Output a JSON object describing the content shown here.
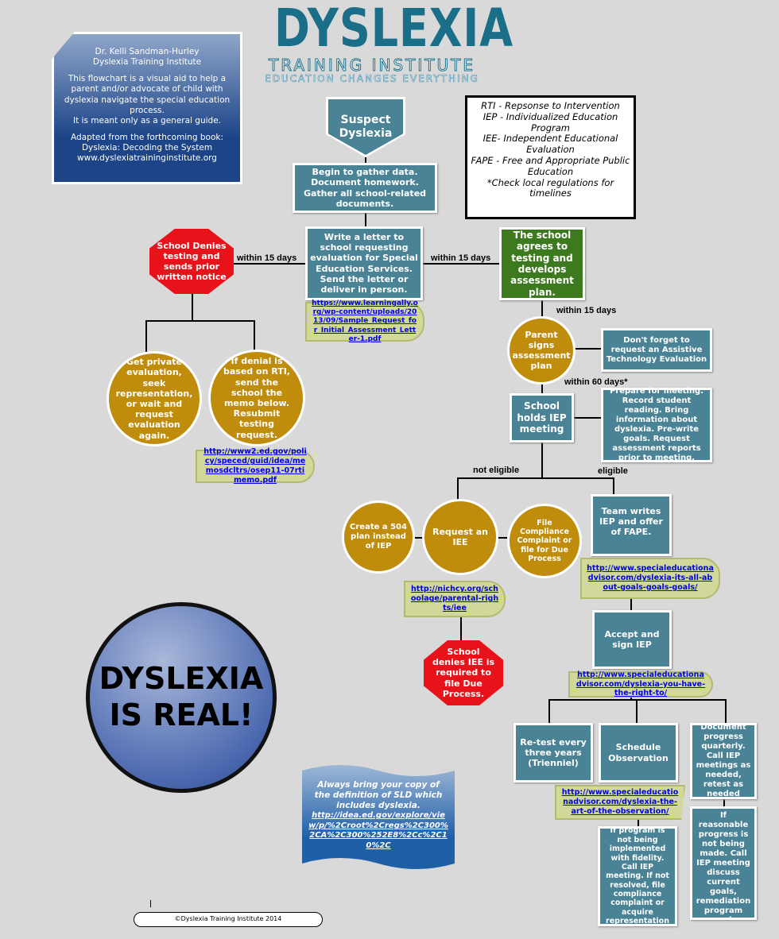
{
  "logo": {
    "title": "DYSLEXIA",
    "subtitle": "TRAINING INSTITUTE",
    "tagline": "EDUCATION CHANGES EVERYTHING"
  },
  "intro": {
    "author": "Dr. Kelli Sandman-Hurley",
    "org": "Dyslexia Training Institute",
    "description": "This flowchart is a visual aid to help a parent and/or advocate of child with dyslexia navigate the special education process.",
    "guide": "It is meant only as a general guide.",
    "adapted": "Adapted from the forthcoming book:",
    "book": "Dyslexia: Decoding the System",
    "website": "www.dyslexiatraininginstitute.org"
  },
  "legend": [
    "RTI - Repsonse to Intervention",
    "IEP - Individualized Education Program",
    "IEE- Independent Educational Evaluation",
    "FAPE - Free and Appropriate Public Education",
    "*Check local regulations for timelines"
  ],
  "nodes": {
    "suspect": "Suspect Dyslexia",
    "gather": "Begin to gather data. Document homework. Gather all school-related documents.",
    "letter": "Write a letter to school requesting evaluation for Special Education Services. Send the letter or deliver in person.",
    "letter_link": "https://www.learningally.org/wp-content/uploads/2013/09/Sample_Request_for_Initial_Assessment_Letter-1.pdf",
    "denies": "School Denies testing and sends prior written notice",
    "private": "Get private evaluation, seek representation, or wait and request evaluation again.",
    "rti": "If denial is based on RTI, send the school the memo below. Resubmit testing request.",
    "rti_link": "http://www2.ed.gov/policy/speced/guid/idea/memosdcltrs/osep11-07rtimemo.pdf",
    "agrees": "The school agrees to testing and develops assessment plan.",
    "signs": "Parent signs assessment plan",
    "assistive": "Don't forget to request an Assistive Technology Evaluation",
    "holds": "School holds IEP meeting",
    "prepare": "Prepare for meeting. Record student reading. Bring information about dyslexia. Pre-write goals. Request assessment reports prior to meeting.",
    "plan504": "Create a 504 plan instead of IEP",
    "iee": "Request an IEE",
    "compliance": "File Compliance Complaint or file for Due Process",
    "iee_link": "http://nichcy.org/schoolage/parental-rights/iee",
    "denies_iee": "School denies IEE is required to file Due Process.",
    "team": "Team writes IEP and offer of FAPE.",
    "team_link": "http://www.specialeducationadvisor.com/dyslexia-its-all-about-goals-goals-goals/",
    "accept": "Accept and sign IEP",
    "accept_link": "http://www.specialeducationadvisor.com/dyslexia-you-have-the-right-to/",
    "retest": "Re-test every three years (Trienniel)",
    "observe": "Schedule Observation",
    "observe_link": "http://www.specialeducationadvisor.com/dyslexia-the-art-of-the-observation/",
    "document": "Document progress quarterly. Call IEP meetings as needed, retest as needed",
    "fidelity": "If program is not being implemented with fidelity. Call IEP meeting. If not resolved, file compliance complaint or acquire representation",
    "reasonable": "If reasonable progress is not being made. Call IEP meeting discuss current goals, remediation program and placement"
  },
  "labels": {
    "within15_left": "within 15 days",
    "within15_right": "within 15 days",
    "within15_down": "within 15 days",
    "within60": "within 60 days*",
    "not_eligible": "not eligible",
    "eligible": "eligible"
  },
  "real": "DYSLEXIA IS REAL!",
  "banner": {
    "text": "Always bring your copy of the definition of SLD which includes dyslexia.",
    "link": "http://idea.ed.gov/explore/view/p/%2Croot%2Cregs%2C300%2CA%2C300%252E8%2Cc%2C10%2C"
  },
  "footer": "©Dyslexia Training Institute 2014"
}
